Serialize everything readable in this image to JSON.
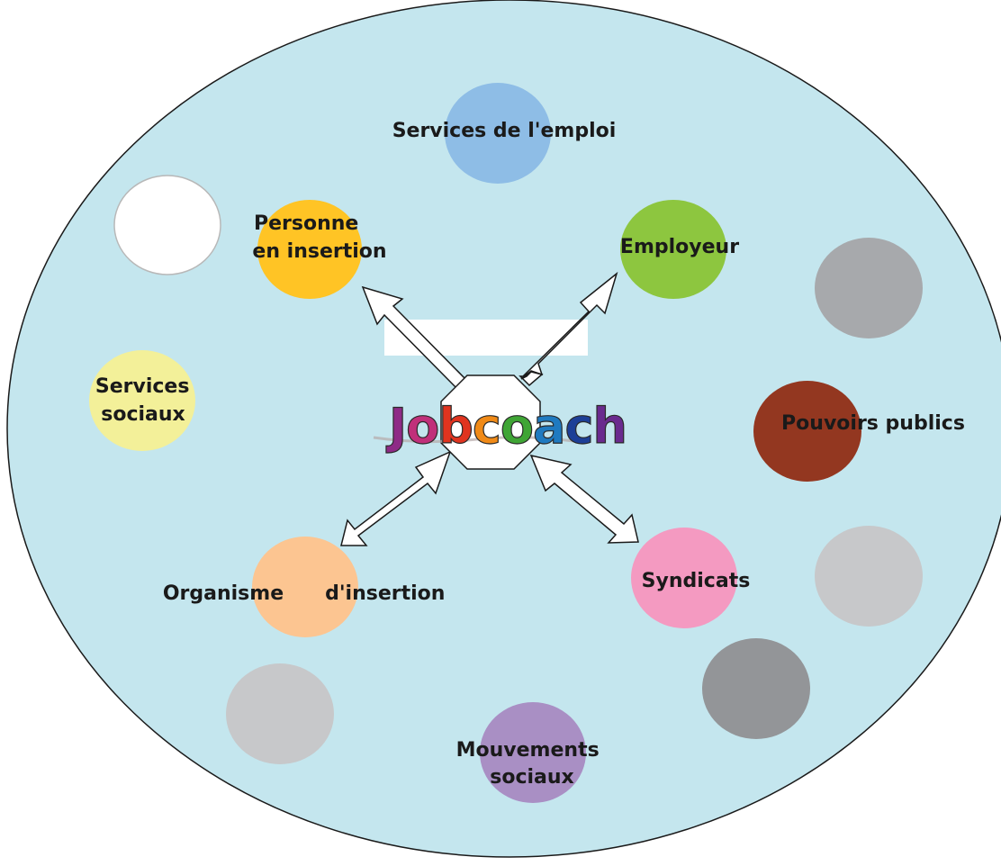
{
  "diagram": {
    "center": {
      "letters": [
        {
          "char": "J",
          "color": "#8e2a86"
        },
        {
          "char": "o",
          "color": "#c0307a"
        },
        {
          "char": "b",
          "color": "#e0341f"
        },
        {
          "char": "c",
          "color": "#f08a17"
        },
        {
          "char": "o",
          "color": "#3fa535"
        },
        {
          "char": "a",
          "color": "#1f7ac0"
        },
        {
          "char": "c",
          "color": "#1d3f97"
        },
        {
          "char": "h",
          "color": "#6a2a8e"
        }
      ],
      "octagon_color": "#ffffff"
    },
    "background_color": "#c4e6ee",
    "nodes": [
      {
        "id": "services-emploi",
        "lines": [
          "Services de l'emploi"
        ],
        "color": "#8ebde6"
      },
      {
        "id": "personne-insertion",
        "lines": [
          "Personne",
          "en insertion"
        ],
        "color": "#ffc425"
      },
      {
        "id": "employeur",
        "lines": [
          "Employeur"
        ],
        "color": "#8dc63f"
      },
      {
        "id": "services-sociaux",
        "lines": [
          "Services",
          "sociaux"
        ],
        "color": "#f3f099"
      },
      {
        "id": "pouvoirs-publics",
        "lines": [
          "Pouvoirs publics"
        ],
        "color": "#933720"
      },
      {
        "id": "organisme-insertion",
        "lines": [
          "Organisme      d'insertion"
        ],
        "color": "#fcc591"
      },
      {
        "id": "syndicats",
        "lines": [
          "Syndicats"
        ],
        "color": "#f49ac1"
      },
      {
        "id": "mouvements-sociaux",
        "lines": [
          "Mouvements",
          "sociaux"
        ],
        "color": "#a98fc4"
      }
    ],
    "blank_circles": [
      {
        "id": "blank-white",
        "color": "#ffffff"
      },
      {
        "id": "blank-gray-1",
        "color": "#a7a9ac"
      },
      {
        "id": "blank-gray-2",
        "color": "#c7c8ca"
      },
      {
        "id": "blank-gray-3",
        "color": "#939598"
      },
      {
        "id": "blank-gray-4",
        "color": "#c7c8ca"
      }
    ]
  }
}
